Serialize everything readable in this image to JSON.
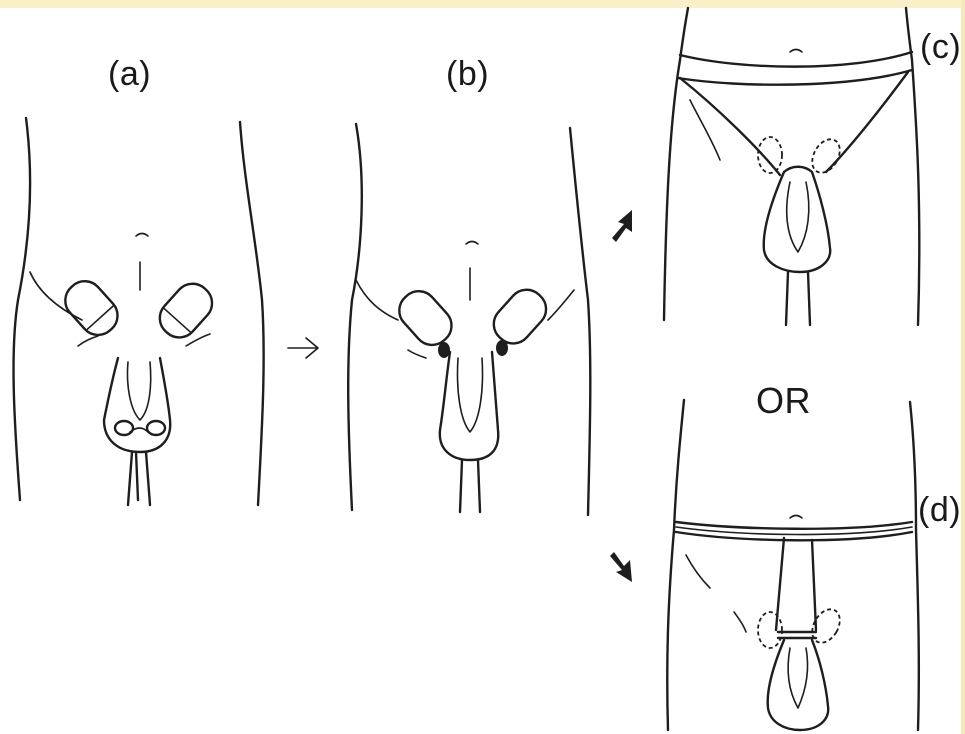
{
  "panels": {
    "a": {
      "label": "(a)"
    },
    "b": {
      "label": "(b)"
    },
    "c": {
      "label": "(c)"
    },
    "d": {
      "label": "(d)"
    }
  },
  "separator": {
    "label": "OR"
  },
  "colors": {
    "ink": "#1e1e1e",
    "top_band": "#f9efc8",
    "background": "#ffffff"
  }
}
